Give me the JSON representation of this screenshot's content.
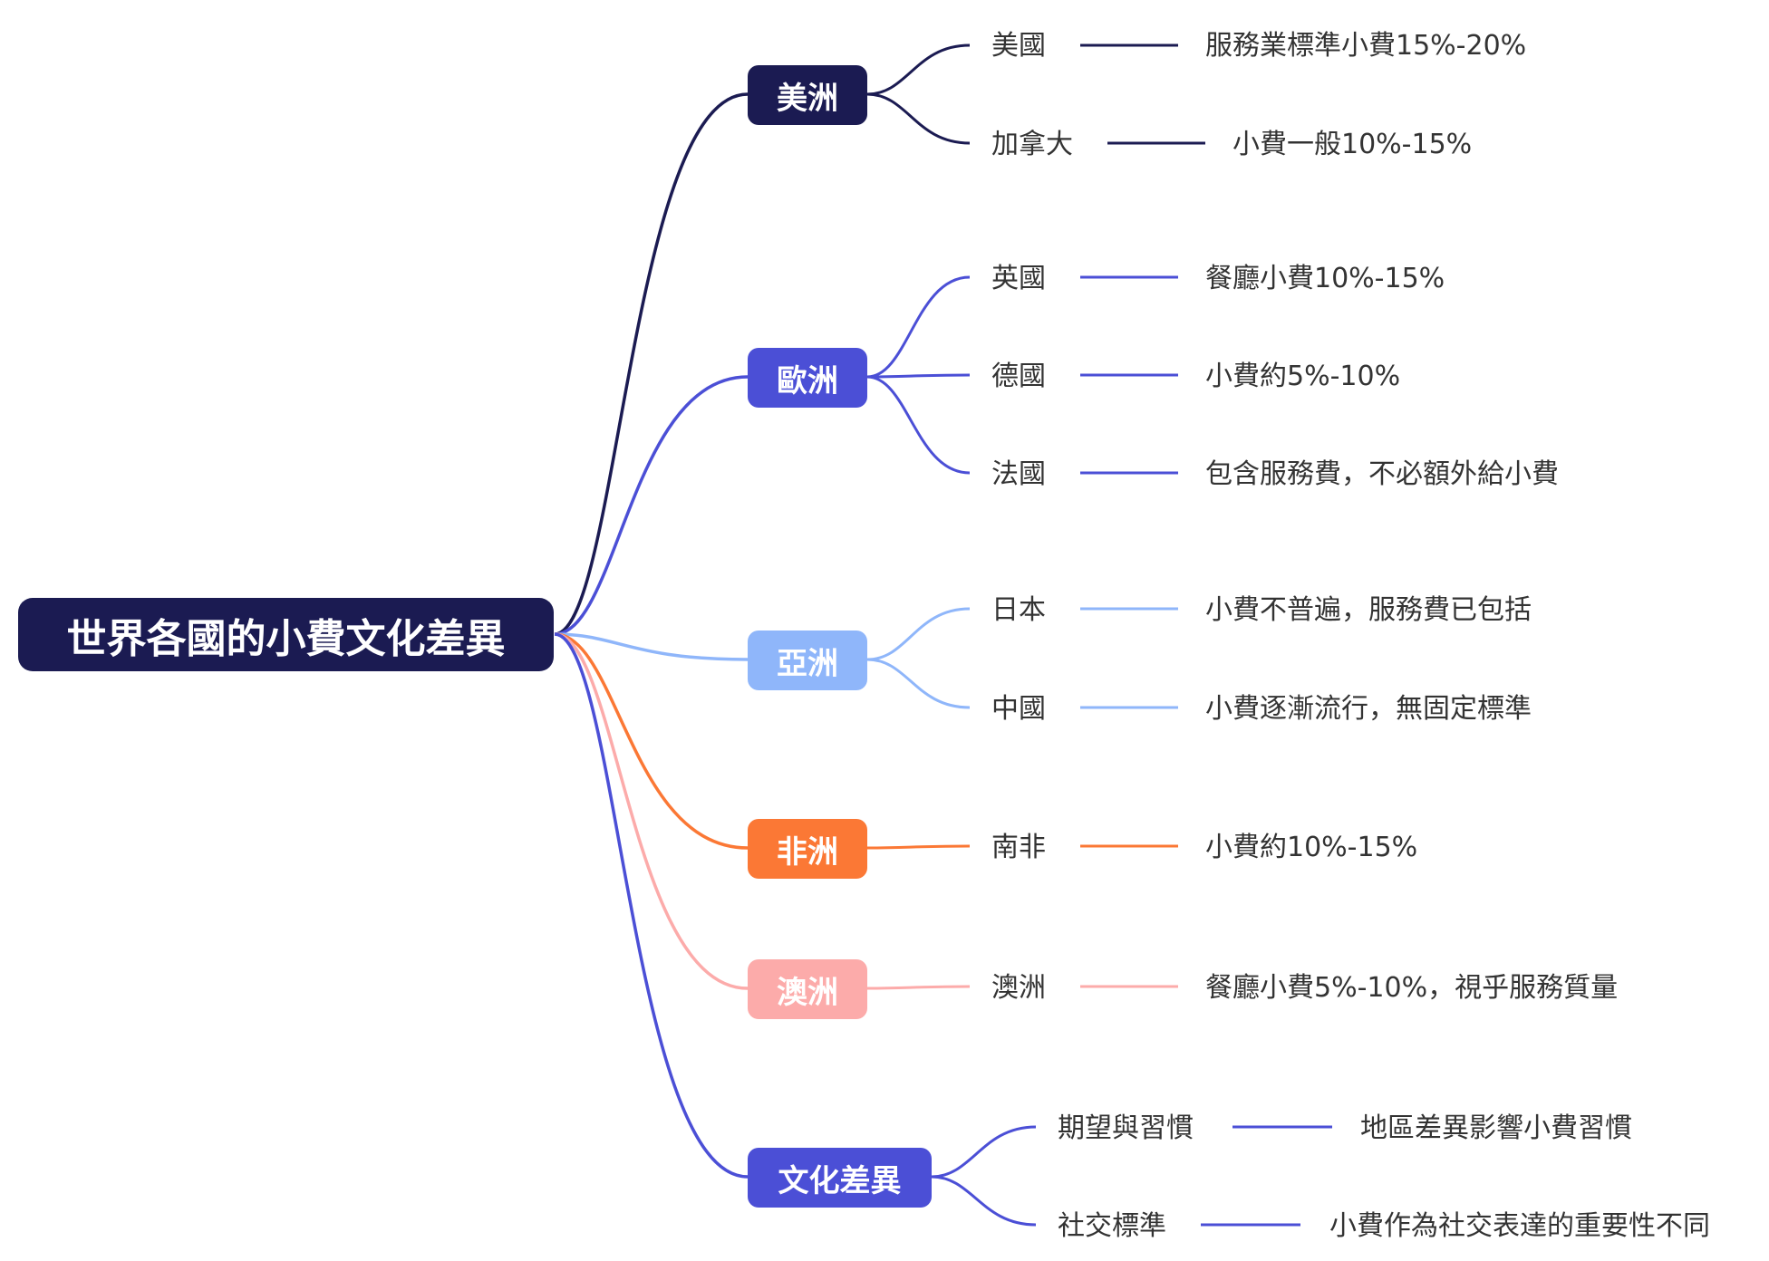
{
  "root": {
    "title": "世界各國的小費文化差異",
    "color": "#1b1b52"
  },
  "branches": [
    {
      "label": "美洲",
      "color": "#1b1b52",
      "items": [
        {
          "label": "美國",
          "desc": "服務業標準小費15%-20%"
        },
        {
          "label": "加拿大",
          "desc": "小費一般10%-15%"
        }
      ]
    },
    {
      "label": "歐洲",
      "color": "#4b4fd6",
      "items": [
        {
          "label": "英國",
          "desc": "餐廳小費10%-15%"
        },
        {
          "label": "德國",
          "desc": "小費約5%-10%"
        },
        {
          "label": "法國",
          "desc": "包含服務費，不必額外給小費"
        }
      ]
    },
    {
      "label": "亞洲",
      "color": "#8fb6fa",
      "items": [
        {
          "label": "日本",
          "desc": "小費不普遍，服務費已包括"
        },
        {
          "label": "中國",
          "desc": "小費逐漸流行，無固定標準"
        }
      ]
    },
    {
      "label": "非洲",
      "color": "#fb7835",
      "items": [
        {
          "label": "南非",
          "desc": "小費約10%-15%"
        }
      ]
    },
    {
      "label": "澳洲",
      "color": "#fcabaa",
      "items": [
        {
          "label": "澳洲",
          "desc": "餐廳小費5%-10%，視乎服務質量"
        }
      ]
    },
    {
      "label": "文化差異",
      "color": "#4b4fd6",
      "items": [
        {
          "label": "期望與習慣",
          "desc": "地區差異影響小費習慣"
        },
        {
          "label": "社交標準",
          "desc": "小費作為社交表達的重要性不同"
        }
      ]
    }
  ]
}
